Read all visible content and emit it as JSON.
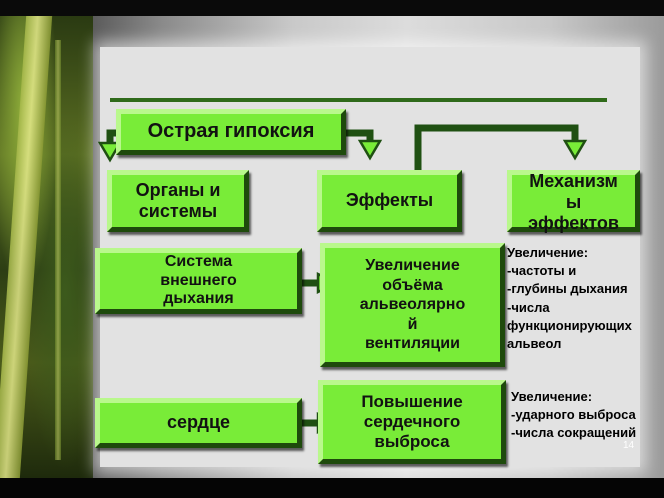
{
  "diagram": {
    "nodes": {
      "acute_hypoxia": "Острая гипоксия",
      "organs": [
        "Органы и",
        "системы"
      ],
      "effects": "Эффекты",
      "mechanisms": [
        "Механизм",
        "ы",
        "эффектов"
      ],
      "resp_system": [
        "Система",
        "внешнего",
        "дыхания"
      ],
      "alveolar_increase": [
        "Увеличение",
        "объёма",
        "альвеолярно",
        "й",
        "вентиляции"
      ],
      "heart": "сердце",
      "cardiac_increase": [
        "Повышение",
        "сердечного",
        "выброса"
      ]
    },
    "notes": {
      "respiratory": [
        "Увеличение:",
        "-частоты и",
        "-глубины дыхания",
        "-числа",
        "функционирующих",
        "альвеол"
      ],
      "cardiac": [
        "Увеличение:",
        "-ударного выброса",
        "-числа сокращений"
      ]
    }
  },
  "page_number": "14",
  "colors": {
    "box": "#79ec38",
    "connector": "#1f5012",
    "arrow_fill": "#79ec38"
  }
}
